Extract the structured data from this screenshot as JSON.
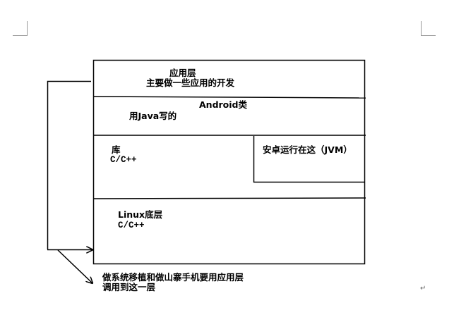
{
  "diagram": {
    "app_layer": {
      "title": "应用层",
      "desc": "主要做一些应用的开发"
    },
    "framework_layer": {
      "title": "Android类",
      "desc": "用Java写的"
    },
    "library_layer": {
      "title": "库",
      "desc": "C/C++"
    },
    "runtime_box": {
      "label": "安卓运行在这（JVM）"
    },
    "linux_layer": {
      "title": "Linux底层",
      "desc": "C/C++"
    },
    "note": {
      "line1": "做系统移植和做山寨手机要用应用层",
      "line2": "调用到这一层"
    }
  },
  "paragraph_mark": "↵"
}
